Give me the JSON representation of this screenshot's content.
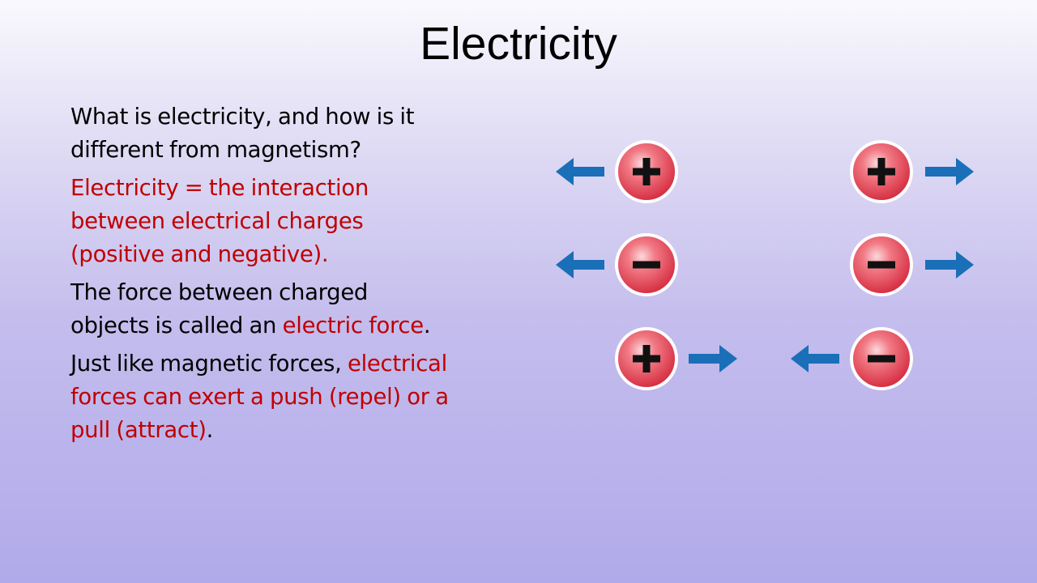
{
  "slide": {
    "title": "Electricity"
  },
  "body": {
    "p1": {
      "line1": "What is electricity, and how is it",
      "line2": "different from magnetism?"
    },
    "p2": {
      "line1": "Electricity = the interaction",
      "line2": "between electrical charges",
      "line3": "(positive and negative)."
    },
    "p3": {
      "line1": "The force between charged",
      "line2_prefix": "objects is called an ",
      "line2_highlight": "electric force",
      "line2_suffix": "."
    },
    "p4": {
      "line1_prefix": "Just like magnetic forces, ",
      "line1_highlight": "electrical",
      "line2": "forces can exert a push (repel) or a",
      "line3_highlight": "pull (attract)",
      "line3_suffix": "."
    }
  },
  "colors": {
    "highlight_text": "#c00000",
    "arrow": "#1a6fb8",
    "charge_fill": "#e8505f",
    "charge_border": "#ffffff"
  },
  "diagram": {
    "charges": [
      {
        "name": "charge-positive-top-left",
        "symbol": "positive"
      },
      {
        "name": "charge-positive-top-right",
        "symbol": "positive"
      },
      {
        "name": "charge-negative-mid-left",
        "symbol": "negative"
      },
      {
        "name": "charge-negative-mid-right",
        "symbol": "negative"
      },
      {
        "name": "charge-positive-bottom-left",
        "symbol": "positive"
      },
      {
        "name": "charge-negative-bottom-right",
        "symbol": "negative"
      }
    ],
    "arrows": [
      {
        "name": "arrow-left-icon-row1",
        "direction": "left"
      },
      {
        "name": "arrow-right-icon-row1",
        "direction": "right"
      },
      {
        "name": "arrow-left-icon-row2",
        "direction": "left"
      },
      {
        "name": "arrow-right-icon-row2",
        "direction": "right"
      },
      {
        "name": "arrow-right-icon-row3",
        "direction": "right"
      },
      {
        "name": "arrow-left-icon-row3",
        "direction": "left"
      }
    ]
  }
}
